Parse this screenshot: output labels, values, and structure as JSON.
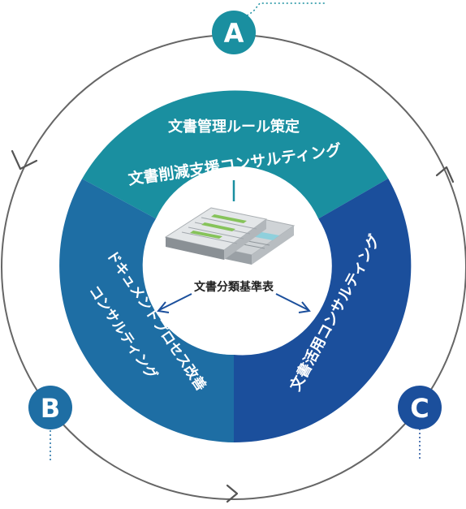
{
  "colors": {
    "segment_a": "#1a8fa0",
    "segment_b": "#1e6ea4",
    "segment_c": "#1b4f9c",
    "badge_a": "#1a8fa0",
    "badge_b": "#1e6ea4",
    "badge_c": "#1b4f9c",
    "cycle_line": "#666666",
    "dotted_leader": "#1a8fa0"
  },
  "badges": {
    "a": "A",
    "b": "B",
    "c": "C"
  },
  "segments": {
    "a": {
      "line1": "文書管理ルール策定",
      "line2": "文書削減支援コンサルティング"
    },
    "b": {
      "line1": "ドキュメントプロセス改善",
      "line2": "コンサルティング"
    },
    "c": {
      "line1": "文書活用コンサルティング"
    }
  },
  "center": {
    "label": "文書分類基準表",
    "icon": "document-stack-icon"
  },
  "icons": {
    "cycle_arrows": "chevron-arrow-icon"
  }
}
